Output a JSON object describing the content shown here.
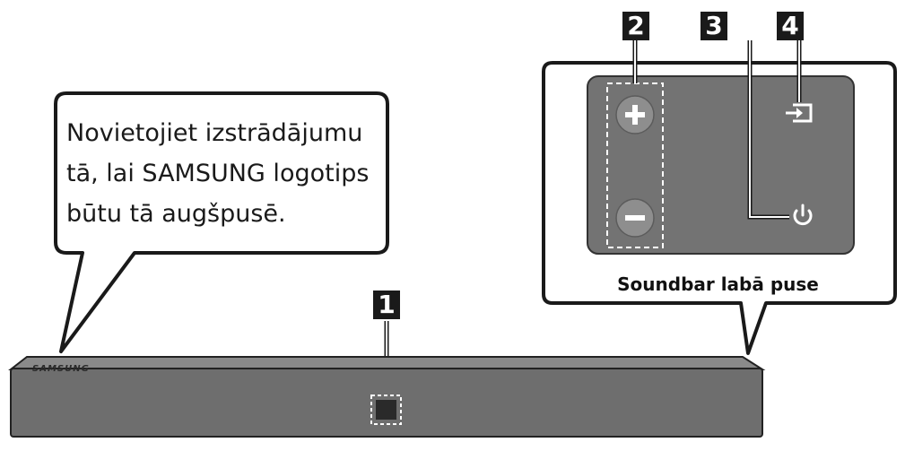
{
  "bubble": {
    "lines": [
      "Novietojiet izstrādājumu",
      "tā, lai SAMSUNG logotips",
      "būtu tā augšpusē."
    ]
  },
  "detail": {
    "caption": "Soundbar labā puse",
    "panel_color": "#707070",
    "buttons": [
      {
        "name": "volume-up",
        "icon": "plus-icon"
      },
      {
        "name": "volume-down",
        "icon": "minus-icon"
      },
      {
        "name": "input-source",
        "icon": "input-source-icon"
      },
      {
        "name": "power",
        "icon": "power-icon"
      }
    ]
  },
  "soundbar": {
    "logo": "SAMSUNG",
    "body_color": "#6e6e6e"
  },
  "callouts": {
    "n1": "1",
    "n2": "2",
    "n3": "3",
    "n4": "4"
  }
}
